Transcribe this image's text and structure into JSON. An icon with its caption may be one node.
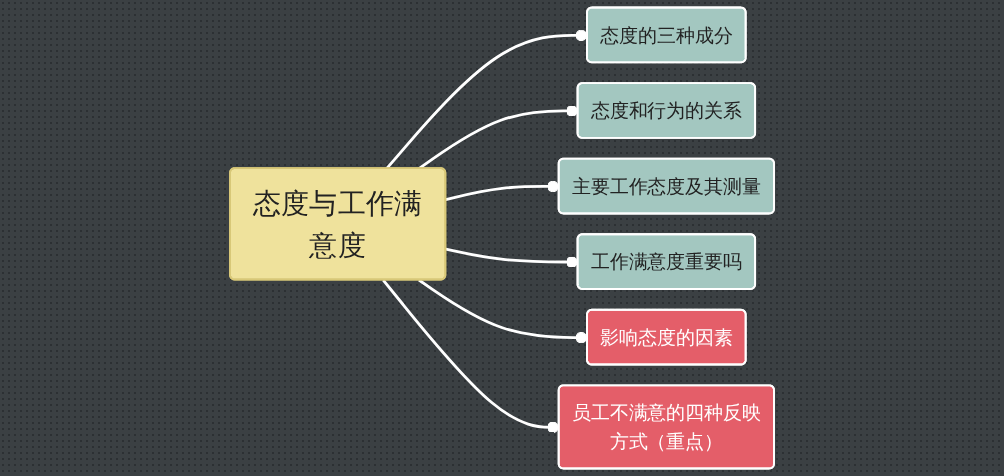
{
  "diagram": {
    "nodes": [
      {
        "text": [
          "态度与工作满意度"
        ]
      },
      {
        "text": [
          "态度的三种成分"
        ]
      },
      {
        "text": [
          "态度和行为的关系"
        ]
      },
      {
        "text": [
          "主要工作态度及其测量"
        ]
      },
      {
        "text": [
          "工作满意度重要吗"
        ]
      },
      {
        "text": [
          "影响态度的因素"
        ]
      },
      {
        "text": [
          "员工不满意的四种反映方式（重点）"
        ]
      }
    ],
    "edges": [
      {
        "from": 0,
        "to": 1,
        "arrow": "other"
      },
      {
        "from": 0,
        "to": 2,
        "arrow": "other"
      },
      {
        "from": 0,
        "to": 3,
        "arrow": "other"
      },
      {
        "from": 0,
        "to": 4,
        "arrow": "other"
      },
      {
        "from": 0,
        "to": 5,
        "arrow": "other"
      },
      {
        "from": 0,
        "to": 6,
        "arrow": "other"
      }
    ]
  }
}
